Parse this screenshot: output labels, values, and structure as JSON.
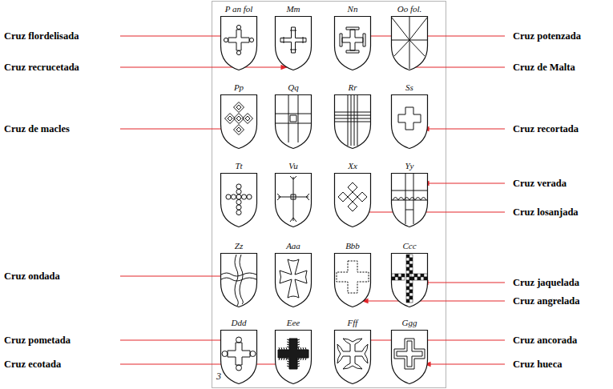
{
  "diagram": {
    "nodes": [
      {
        "text": [
          "P an fol"
        ]
      },
      {
        "text": [
          "Mm"
        ]
      },
      {
        "text": [
          "Nn"
        ]
      },
      {
        "text": [
          "Oo fol."
        ]
      },
      {
        "text": [
          "Pp"
        ]
      },
      {
        "text": [
          "Qq"
        ]
      },
      {
        "text": [
          "Rr"
        ]
      },
      {
        "text": [
          "Ss"
        ]
      },
      {
        "text": [
          "Tt"
        ]
      },
      {
        "text": [
          "Vu"
        ]
      },
      {
        "text": [
          "Xx"
        ]
      },
      {
        "text": [
          "Yy"
        ]
      },
      {
        "text": [
          "Zz"
        ]
      },
      {
        "text": [
          "Aaa"
        ]
      },
      {
        "text": [
          "Bbb"
        ]
      },
      {
        "text": [
          "Ccc"
        ]
      },
      {
        "text": [
          "Ddd"
        ]
      },
      {
        "text": [
          "Eee"
        ]
      },
      {
        "text": [
          "Fff"
        ]
      },
      {
        "text": [
          "Ggg"
        ]
      }
    ],
    "labels": [
      "Cruz flordelisada",
      "Cruz potenzada",
      "Cruz recrucetada",
      "Cruz de Malta",
      "Cruz de macles",
      "Cruz recortada",
      "Cruz verada",
      "Cruz losanjada",
      "Cruz ondada",
      "Cruz jaquelada",
      "Cruz angrelada",
      "Cruz pometada",
      "Cruz ancorada",
      "Cruz ecotada",
      "Cruz hueca",
      "3"
    ]
  }
}
